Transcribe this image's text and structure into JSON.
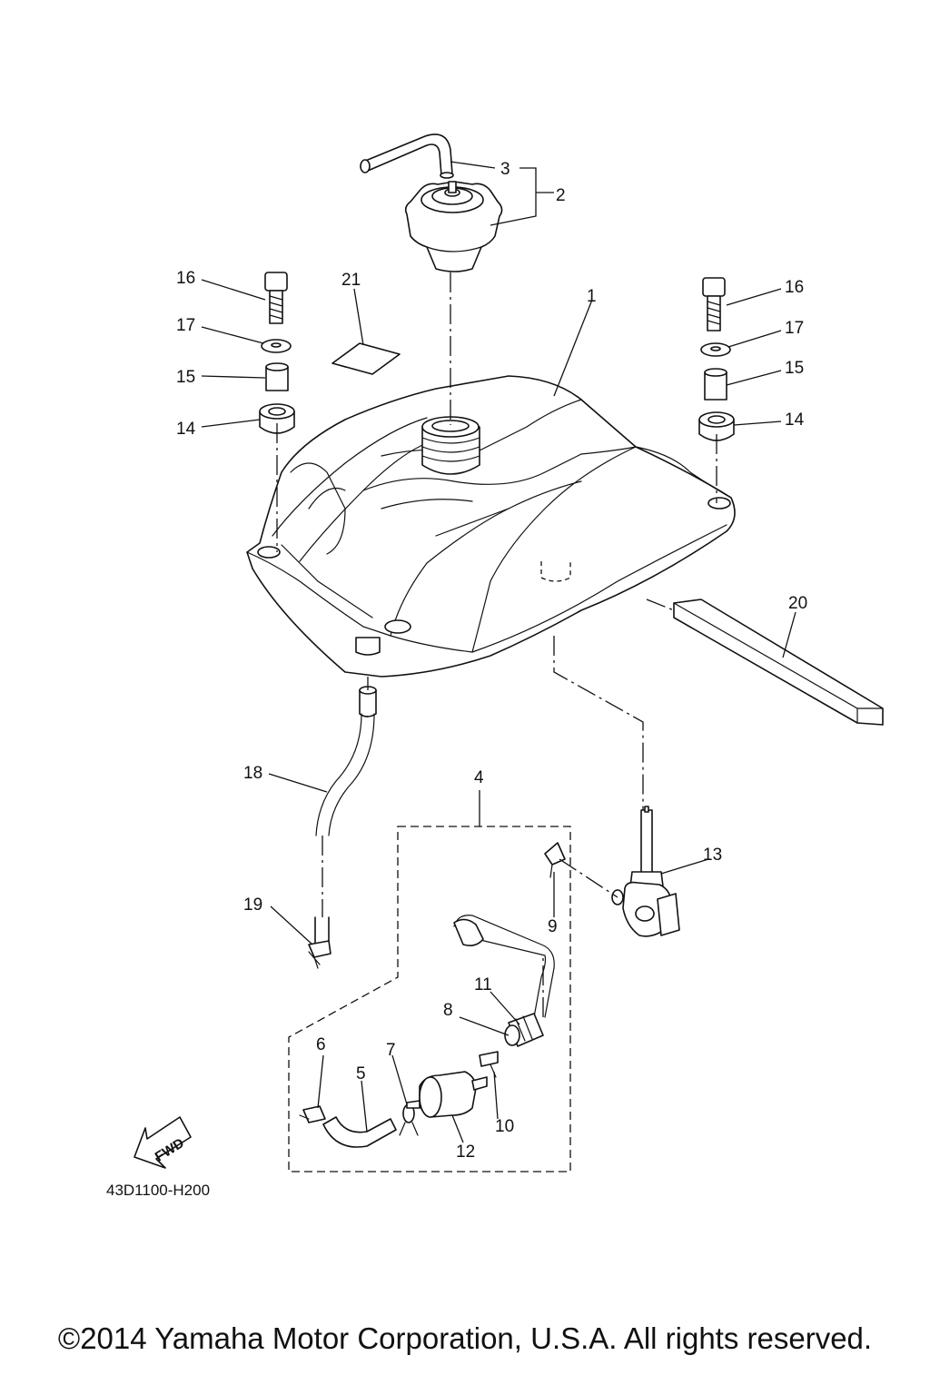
{
  "diagram": {
    "drawing_code": "43D1100-H200",
    "fwd_label": "FWD",
    "copyright": "©2014 Yamaha Motor Corporation, U.S.A. All rights reserved.",
    "callouts": {
      "c1": "1",
      "c2": "2",
      "c3": "3",
      "c4": "4",
      "c5": "5",
      "c6": "6",
      "c7": "7",
      "c8": "8",
      "c9": "9",
      "c10": "10",
      "c11": "11",
      "c12": "12",
      "c13": "13",
      "c14l": "14",
      "c14r": "14",
      "c15l": "15",
      "c15r": "15",
      "c16l": "16",
      "c16r": "16",
      "c17l": "17",
      "c17r": "17",
      "c18": "18",
      "c19": "19",
      "c20": "20",
      "c21": "21"
    }
  }
}
